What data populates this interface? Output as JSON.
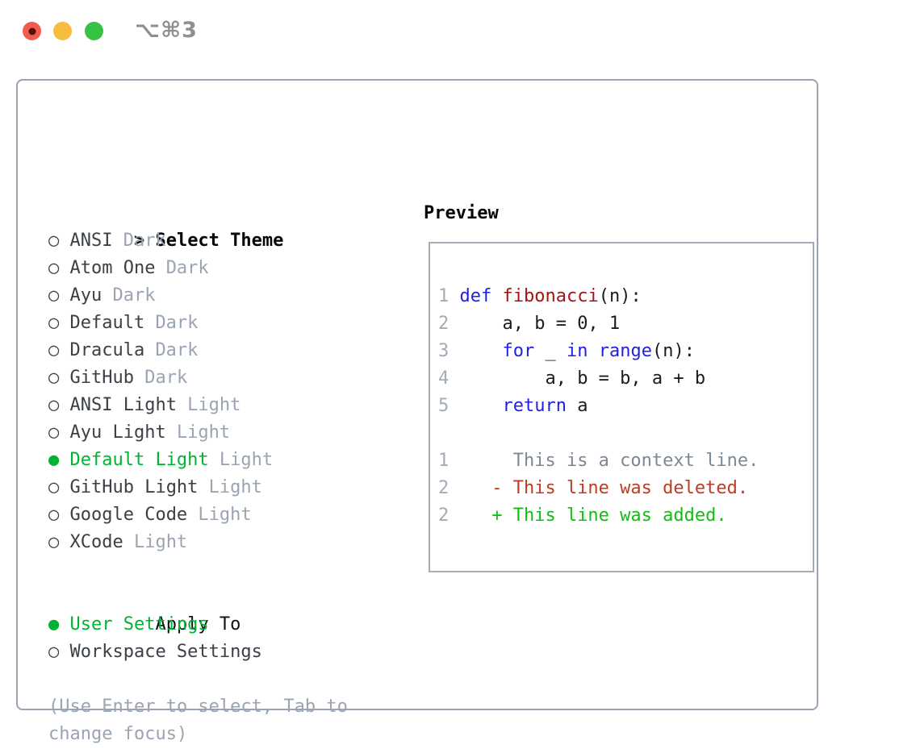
{
  "titlebar": {
    "shortcut_title": "⌥⌘3"
  },
  "colors": {
    "selected_green": "#00b332",
    "keyword_blue": "#1f1fe8",
    "function_red": "#a31515",
    "diff_red": "#c23a20",
    "diff_green": "#10bf10",
    "muted_gray": "#9aa4b2",
    "line_number_gray": "#a2abb8",
    "context_gray": "#7d8894",
    "code_foreground": "#1a1c1f",
    "box_border_gray": "#9aa3af",
    "traffic_red": "#f35b51",
    "traffic_yellow": "#f6bc3e",
    "traffic_green": "#35c245"
  },
  "theme_selector": {
    "cursor": ">",
    "header": "Select Theme",
    "unselected_marker": "○",
    "selected_marker": "●",
    "items": [
      {
        "name": "ANSI",
        "variant": "Dark",
        "selected": false
      },
      {
        "name": "Atom One",
        "variant": "Dark",
        "selected": false
      },
      {
        "name": "Ayu",
        "variant": "Dark",
        "selected": false
      },
      {
        "name": "Default",
        "variant": "Dark",
        "selected": false
      },
      {
        "name": "Dracula",
        "variant": "Dark",
        "selected": false
      },
      {
        "name": "GitHub",
        "variant": "Dark",
        "selected": false
      },
      {
        "name": "ANSI Light",
        "variant": "Light",
        "selected": false
      },
      {
        "name": "Ayu Light",
        "variant": "Light",
        "selected": false
      },
      {
        "name": "Default Light",
        "variant": "Light",
        "selected": true
      },
      {
        "name": "GitHub Light",
        "variant": "Light",
        "selected": false
      },
      {
        "name": "Google Code",
        "variant": "Light",
        "selected": false
      },
      {
        "name": "XCode",
        "variant": "Light",
        "selected": false
      }
    ]
  },
  "apply_to": {
    "header": "Apply To",
    "options": [
      {
        "label": "User Settings",
        "selected": true
      },
      {
        "label": "Workspace Settings",
        "selected": false
      }
    ]
  },
  "hint": "(Use Enter to select, Tab to change focus)",
  "preview": {
    "title": "Preview",
    "lines": [
      {
        "segments": []
      },
      {
        "segments": [
          {
            "text": "1 ",
            "style": "num"
          },
          {
            "text": "def",
            "style": "kw"
          },
          {
            "text": " ",
            "style": "fg"
          },
          {
            "text": "fibonacci",
            "style": "fn"
          },
          {
            "text": "(n):",
            "style": "fg"
          }
        ]
      },
      {
        "segments": [
          {
            "text": "2",
            "style": "num"
          },
          {
            "text": "     a, b = 0, 1",
            "style": "fg"
          }
        ]
      },
      {
        "segments": [
          {
            "text": "3",
            "style": "num"
          },
          {
            "text": "     ",
            "style": "fg"
          },
          {
            "text": "for",
            "style": "kw"
          },
          {
            "text": " _ ",
            "style": "fg"
          },
          {
            "text": "in",
            "style": "kw"
          },
          {
            "text": " ",
            "style": "fg"
          },
          {
            "text": "range",
            "style": "kw"
          },
          {
            "text": "(n):",
            "style": "fg"
          }
        ]
      },
      {
        "segments": [
          {
            "text": "4",
            "style": "num"
          },
          {
            "text": "         a, b = b, a + b",
            "style": "fg"
          }
        ]
      },
      {
        "segments": [
          {
            "text": "5",
            "style": "num"
          },
          {
            "text": "     ",
            "style": "fg"
          },
          {
            "text": "return",
            "style": "kw"
          },
          {
            "text": " a",
            "style": "fg"
          }
        ]
      },
      {
        "segments": []
      },
      {
        "segments": [
          {
            "text": "1",
            "style": "num"
          },
          {
            "text": "      This is a context line.",
            "style": "ctx"
          }
        ]
      },
      {
        "segments": [
          {
            "text": "2",
            "style": "num"
          },
          {
            "text": "    - This line was deleted.",
            "style": "del"
          }
        ]
      },
      {
        "segments": [
          {
            "text": "2",
            "style": "num"
          },
          {
            "text": "    + This line was added.",
            "style": "add"
          }
        ]
      },
      {
        "segments": []
      }
    ]
  }
}
